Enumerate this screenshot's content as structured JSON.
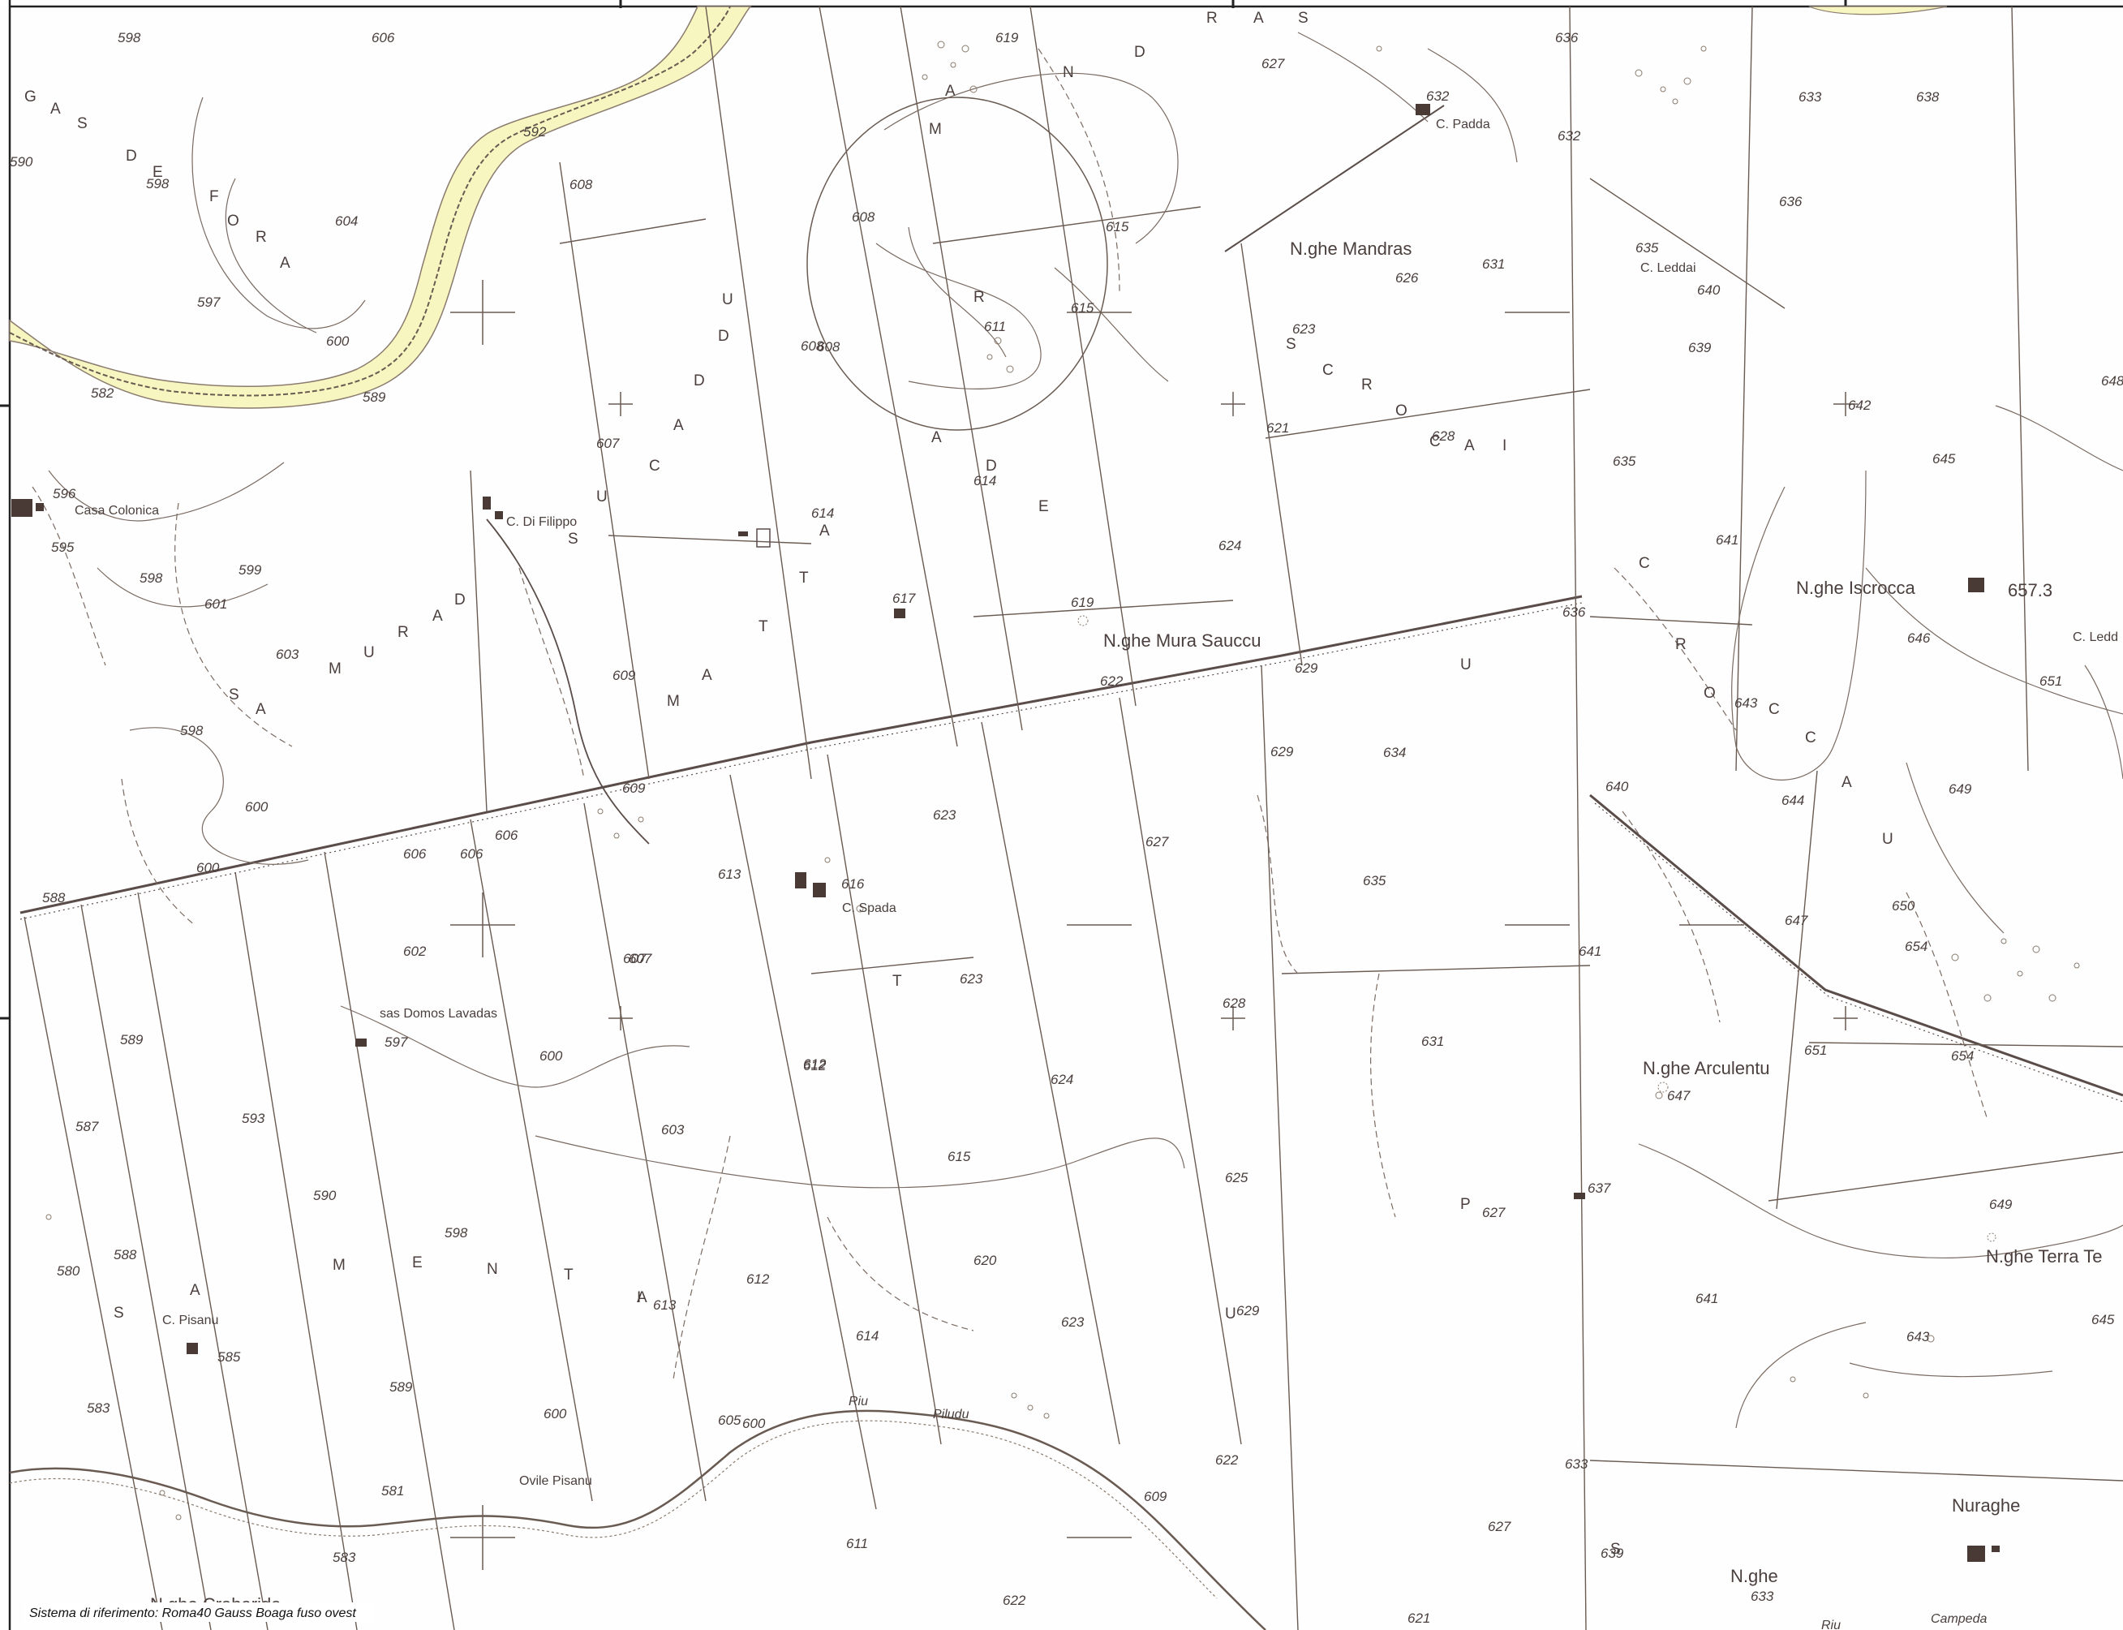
{
  "footer": {
    "reference_system": "Sistema di riferimento: Roma40 Gauss Boaga fuso ovest"
  },
  "colors": {
    "river_fill": "#f8f6c0",
    "ink": "#5a4c48",
    "building": "#4a3a36",
    "frame": "#222222"
  },
  "places": [
    {
      "id": "casa-colonica",
      "label": "Casa Colonica"
    },
    {
      "id": "c-di-filippo",
      "label": "C. Di Filippo"
    },
    {
      "id": "c-spada",
      "label": "C. Spada"
    },
    {
      "id": "sas-domos-lavadas",
      "label": "sas Domos Lavadas"
    },
    {
      "id": "c-pisanu",
      "label": "C. Pisanu"
    },
    {
      "id": "ovile-pisanu",
      "label": "Ovile Pisanu"
    },
    {
      "id": "nghe-crabarida",
      "label": "N.ghe Crabarida"
    },
    {
      "id": "c-padda",
      "label": "C. Padda"
    },
    {
      "id": "nghe-mandras",
      "label": "N.ghe Mandras"
    },
    {
      "id": "c-leddai",
      "label": "C. Leddai"
    },
    {
      "id": "nghe-mura-sauccu",
      "label": "N.ghe Mura Sauccu"
    },
    {
      "id": "nghe-iscrocca",
      "label": "N.ghe Iscrocca"
    },
    {
      "id": "c-ledd-edge",
      "label": "C. Ledd"
    },
    {
      "id": "nghe-arculentu",
      "label": "N.ghe Arculentu"
    },
    {
      "id": "nghe-terra-te",
      "label": "N.ghe Terra Te"
    },
    {
      "id": "nuraghe",
      "label": "Nuraghe"
    },
    {
      "id": "nghe-bottom",
      "label": "N.ghe"
    },
    {
      "id": "campeda",
      "label": "Campeda"
    },
    {
      "id": "riu-edge",
      "label": "Riu"
    },
    {
      "id": "riu",
      "label": "Riu"
    },
    {
      "id": "piludu",
      "label": "Piludu"
    }
  ],
  "region_letters": {
    "gas_de_fora": [
      "G",
      "A",
      "S",
      "D",
      "E",
      "F",
      "O",
      "R",
      "A"
    ],
    "sa_mura_d": [
      "S",
      "A",
      "M",
      "U",
      "R",
      "A",
      "D"
    ],
    "su_cadduru": [
      "S",
      "U",
      "C",
      "A",
      "D",
      "D",
      "U"
    ],
    "matta": [
      "M",
      "A",
      "T",
      "T",
      "A"
    ],
    "mandras_top": [
      "R",
      "A",
      "S"
    ],
    "mandra_de": [
      "M",
      "A",
      "N",
      "D",
      "R",
      "A",
      "D",
      "E"
    ],
    "scroccai": [
      "S",
      "C",
      "R",
      "O",
      "C",
      "A",
      "I"
    ],
    "sa_menti": [
      "S",
      "A",
      "M",
      "E",
      "N",
      "T",
      "I"
    ],
    "upu": [
      "U",
      "P",
      "U"
    ],
    "croccau": [
      "S",
      "C",
      "R",
      "O",
      "C",
      "C",
      "A",
      "U"
    ],
    "ta": [
      "T",
      "A"
    ]
  },
  "spot_heights": [
    "598",
    "606",
    "590",
    "598",
    "604",
    "597",
    "600",
    "592",
    "582",
    "589",
    "596",
    "595",
    "598",
    "599",
    "601",
    "603",
    "598",
    "600",
    "600",
    "588",
    "606",
    "607",
    "608",
    "608",
    "609",
    "608",
    "607",
    "609",
    "606",
    "606",
    "602",
    "597",
    "600",
    "589",
    "587",
    "593",
    "590",
    "588",
    "580",
    "585",
    "583",
    "589",
    "581",
    "583",
    "598",
    "600",
    "603",
    "612",
    "613",
    "605",
    "600",
    "612",
    "611",
    "622",
    "619",
    "608",
    "611",
    "615",
    "614",
    "614",
    "617",
    "619",
    "615",
    "616",
    "613",
    "607",
    "623",
    "623",
    "612",
    "615",
    "614",
    "620",
    "623",
    "609",
    "627",
    "632",
    "626",
    "631",
    "623",
    "621",
    "628",
    "624",
    "622",
    "629",
    "629",
    "634",
    "627",
    "635",
    "628",
    "631",
    "625",
    "624",
    "627",
    "629",
    "622",
    "627",
    "621",
    "636",
    "632",
    "633",
    "638",
    "636",
    "635",
    "640",
    "639",
    "642",
    "635",
    "645",
    "641",
    "636",
    "643",
    "646",
    "651",
    "640",
    "644",
    "649",
    "647",
    "650",
    "654",
    "651",
    "654",
    "641",
    "637",
    "633",
    "647",
    "649",
    "641",
    "643",
    "645",
    "642",
    "648",
    "639",
    "633",
    "657.3"
  ],
  "iscrocca_elevation": "657.3"
}
